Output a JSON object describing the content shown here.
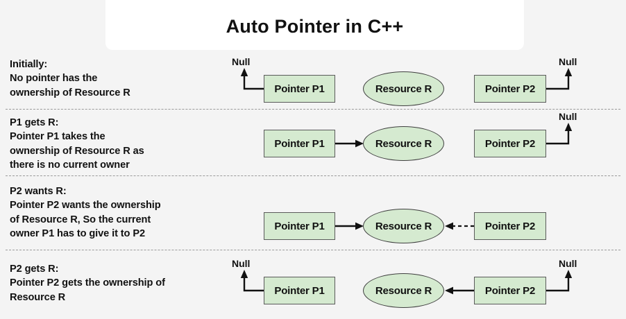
{
  "meta": {
    "background_color": "#f4f4f4",
    "node_fill_color": "#d5ead0",
    "node_stroke_color": "#4f4f4f",
    "divider_color": "#9a9a9a",
    "title_card_color": "#ffffff"
  },
  "header": {
    "title": "Auto Pointer in C++"
  },
  "labels": {
    "pointer_p1": "Pointer P1",
    "pointer_p2": "Pointer P2",
    "resource_r": "Resource R",
    "null": "Null"
  },
  "rows": [
    {
      "id": "initially",
      "heading": "Initially:",
      "description": "No pointer has the\nownership of Resource R",
      "nodes": {
        "p1": "Pointer P1",
        "resource": "Resource R",
        "p2": "Pointer P2"
      },
      "null_labels": [
        "Null",
        "Null"
      ],
      "arrows": [
        {
          "name": "p1-to-null",
          "style": "solid",
          "direction": "up-left"
        },
        {
          "name": "p2-to-null",
          "style": "solid",
          "direction": "up-right"
        }
      ]
    },
    {
      "id": "p1-gets-r",
      "heading": "P1 gets R:",
      "description": "Pointer P1 takes the\nownership of Resource R as\nthere is no current owner",
      "nodes": {
        "p1": "Pointer P1",
        "resource": "Resource R",
        "p2": "Pointer P2"
      },
      "null_labels": [
        "Null"
      ],
      "arrows": [
        {
          "name": "p1-to-resource",
          "style": "solid",
          "direction": "right"
        },
        {
          "name": "p2-to-null",
          "style": "solid",
          "direction": "up-right"
        }
      ]
    },
    {
      "id": "p2-wants-r",
      "heading": "P2 wants R:",
      "description": "Pointer P2 wants the ownership\nof Resource R, So the current\nowner P1 has to give it to P2",
      "nodes": {
        "p1": "Pointer P1",
        "resource": "Resource R",
        "p2": "Pointer P2"
      },
      "null_labels": [],
      "arrows": [
        {
          "name": "p1-to-resource",
          "style": "solid",
          "direction": "right"
        },
        {
          "name": "p2-to-resource",
          "style": "dashed",
          "direction": "left"
        }
      ]
    },
    {
      "id": "p2-gets-r",
      "heading": "P2 gets R:",
      "description": "Pointer P2 gets the ownership of\nResource R",
      "nodes": {
        "p1": "Pointer P1",
        "resource": "Resource R",
        "p2": "Pointer P2"
      },
      "null_labels": [
        "Null",
        "Null"
      ],
      "arrows": [
        {
          "name": "p1-to-null",
          "style": "solid",
          "direction": "up-left"
        },
        {
          "name": "p2-to-resource",
          "style": "solid",
          "direction": "left"
        },
        {
          "name": "p2-to-null",
          "style": "solid",
          "direction": "up-right"
        }
      ]
    }
  ]
}
